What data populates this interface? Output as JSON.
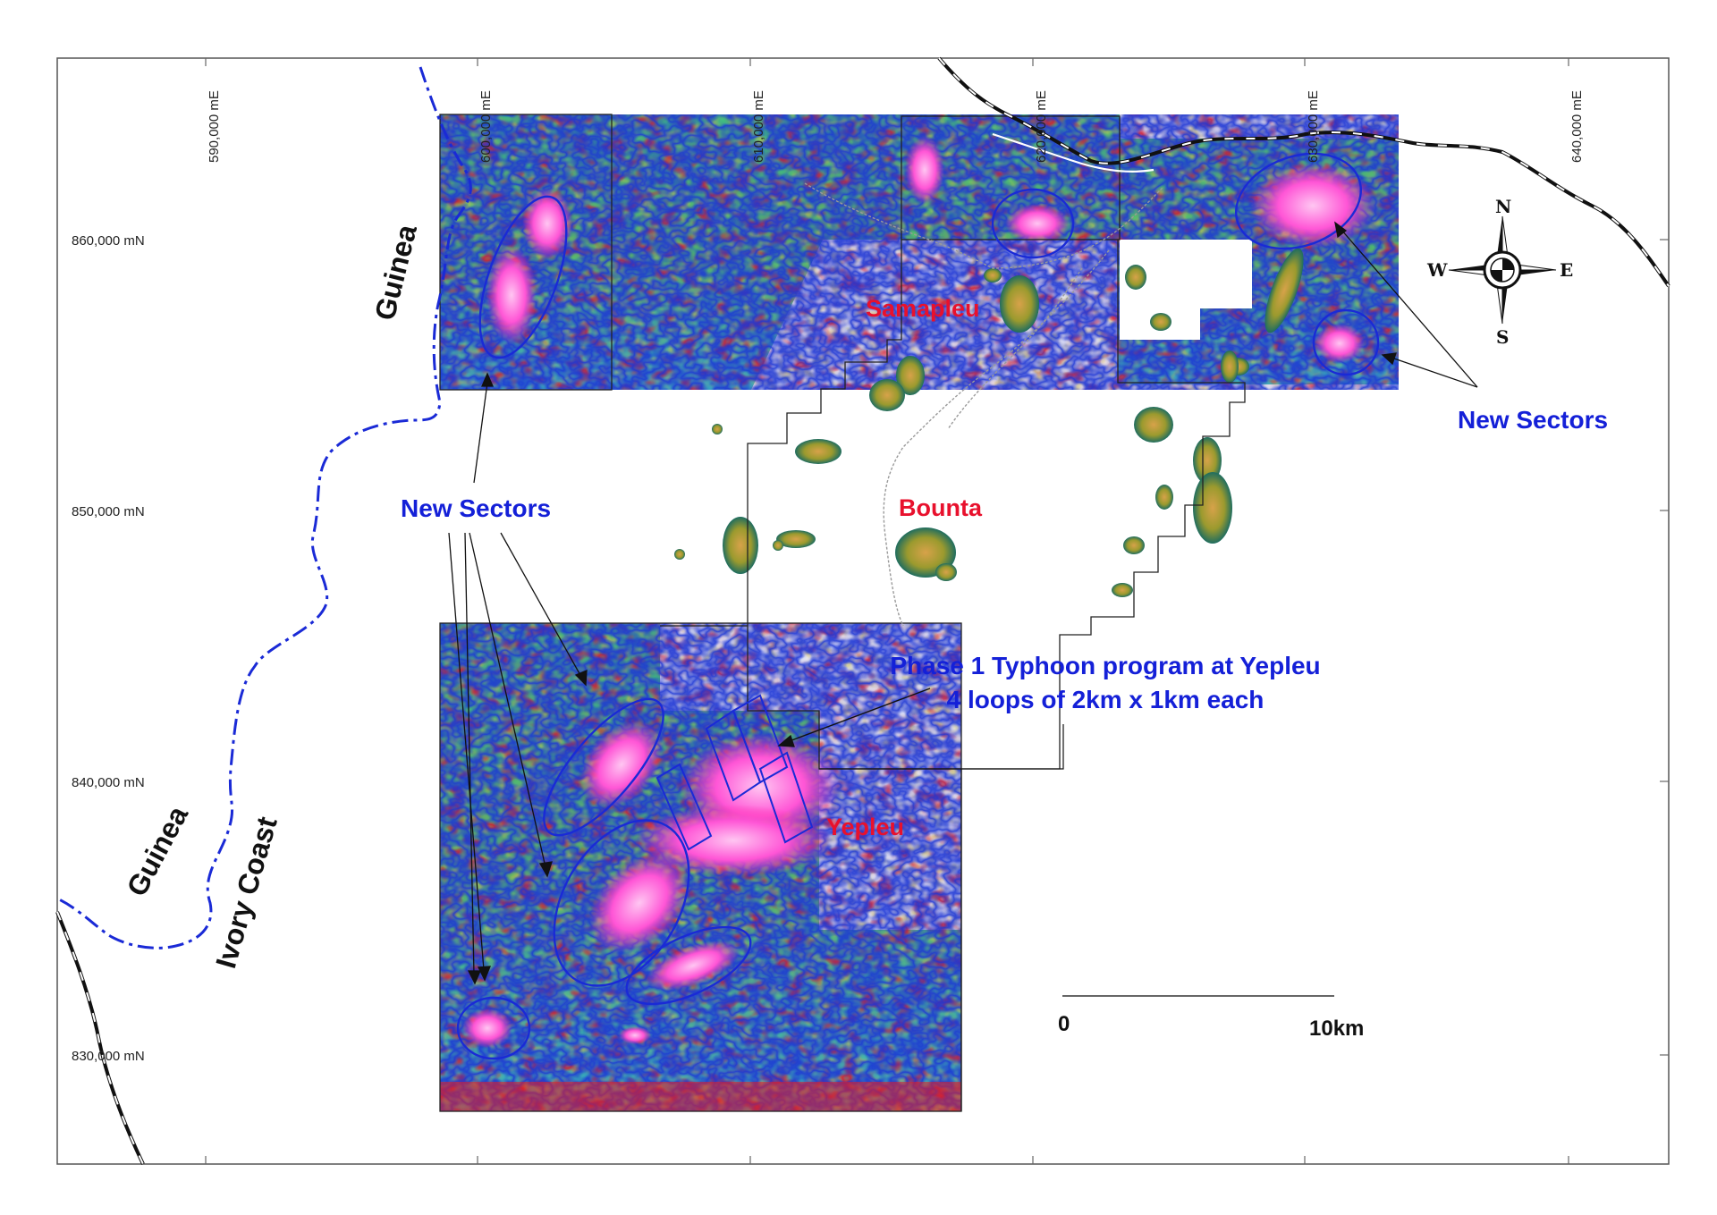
{
  "map": {
    "grid_labels": {
      "easting": [
        "590,000 mE",
        "600,000 mE",
        "610,000 mE",
        "620,000 mE",
        "630,000 mE",
        "640,000 mE"
      ],
      "northing": [
        "860,000 mN",
        "850,000 mN",
        "840,000 mN",
        "830,000 mN"
      ]
    },
    "countries": {
      "guinea_north": "Guinea",
      "guinea_south": "Guinea",
      "ivory_coast": "Ivory Coast"
    },
    "places": {
      "samapleu": "Samapleu",
      "bounta": "Bounta",
      "yepleu": "Yepleu"
    },
    "annotations": {
      "new_sectors_west": "New Sectors",
      "new_sectors_east": "New Sectors",
      "typhoon_line1": "Phase 1 Typhoon program at Yepleu",
      "typhoon_line2": "4 loops of 2km x 1km each"
    },
    "scale_bar": {
      "start": "0",
      "end": "10km"
    },
    "compass": {
      "n": "N",
      "s": "S",
      "e": "E",
      "w": "W"
    }
  },
  "colors": {
    "anomaly_high": "#ff44cc",
    "anomaly_red": "#ee1a1a",
    "mid_yellow": "#f0e030",
    "mid_green": "#40c040",
    "low_cyan": "#30d0e0",
    "low_blue": "#2040d0",
    "border_line": "#1a2ad6",
    "place_red": "#e8112d"
  }
}
